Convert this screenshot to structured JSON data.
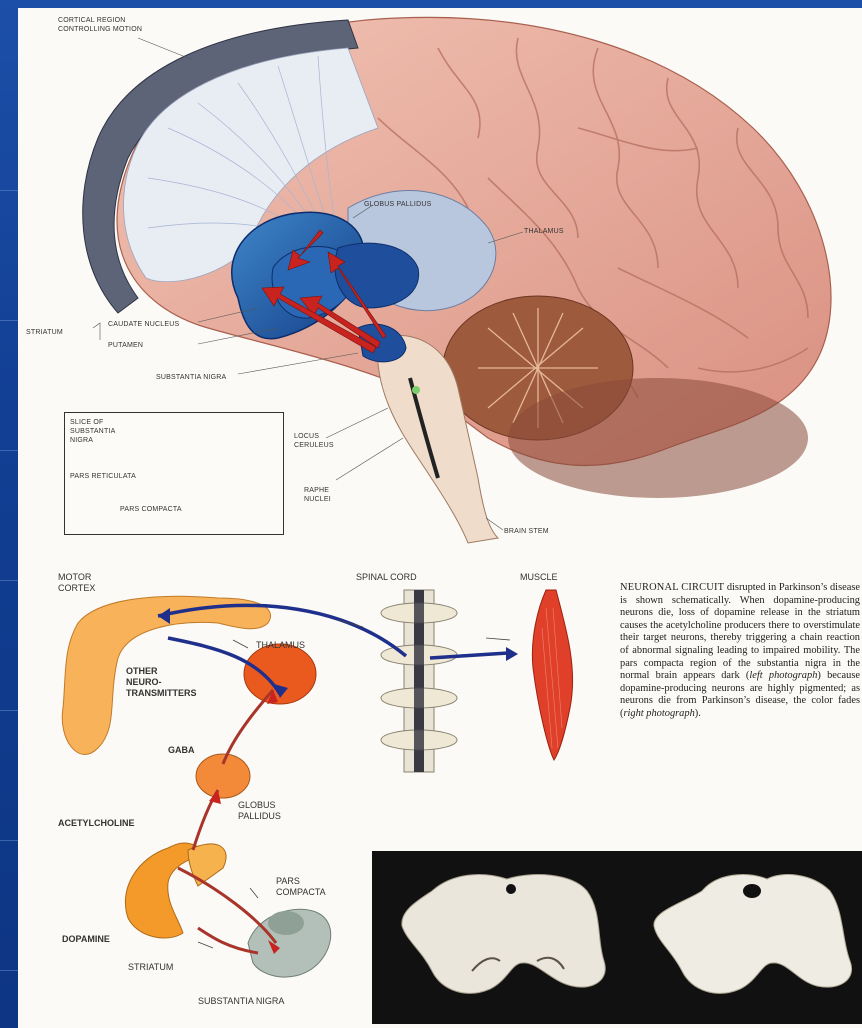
{
  "brain_labels": {
    "cortical_region": "CORTICAL REGION\nCONTROLLING MOTION",
    "globus_pallidus": "GLOBUS PALLIDUS",
    "thalamus": "THALAMUS",
    "striatum": "STRIATUM",
    "caudate_nucleus": "CAUDATE NUCLEUS",
    "putamen": "PUTAMEN",
    "substantia_nigra": "SUBSTANTIA NIGRA",
    "locus_ceruleus": "LOCUS\nCERULEUS",
    "raphe_nuclei": "RAPHE\nNUCLEI",
    "brain_stem": "BRAIN STEM"
  },
  "inset_labels": {
    "slice": "SLICE OF\nSUBSTANTIA\nNIGRA",
    "pars_reticulata": "PARS RETICULATA",
    "pars_compacta": "PARS COMPACTA"
  },
  "circuit_labels": {
    "motor_cortex": "MOTOR\nCORTEX",
    "spinal_cord": "SPINAL CORD",
    "muscle": "MUSCLE",
    "thalamus": "THALAMUS",
    "other_neurotransmitters": "OTHER\nNEURO-\nTRANSMITTERS",
    "gaba": "GABA",
    "globus_pallidus": "GLOBUS\nPALLIDUS",
    "acetylcholine": "ACETYLCHOLINE",
    "pars_compacta": "PARS\nCOMPACTA",
    "dopamine": "DOPAMINE",
    "striatum": "STRIATUM",
    "substantia_nigra": "SUBSTANTIA NIGRA"
  },
  "caption": {
    "head": "NEURONAL CIRCUIT",
    "body1": " disrupted in Parkinson’s disease is shown schematically. When dopamine-producing neurons die, loss of dopamine release in the striatum causes the acetylcholine producers there to overstimulate their target neurons, thereby triggering a chain reaction of abnormal signaling leading to impaired mobility. The pars compacta region of the substantia nigra in the normal brain appears dark (",
    "left_photo": "left photograph",
    "body2": ") because dopamine-producing neurons are highly pigmented; as neurons die from Parkinson’s disease, the color fades (",
    "right_photo": "right photograph",
    "body3": ")."
  },
  "colors": {
    "slide_bg": "#123f94",
    "cortex_pink": "#e8a99a",
    "basal_blue": "#1f4f9c",
    "pathway_red": "#c8231e",
    "circuit_orange": "#f59a3a",
    "muscle_red": "#e0402a"
  }
}
